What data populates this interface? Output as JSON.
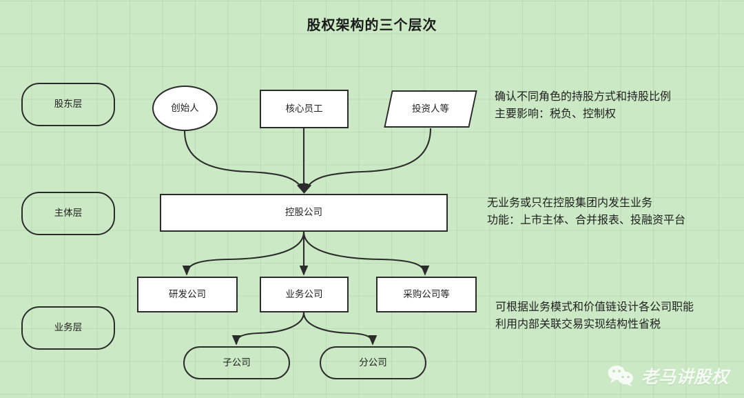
{
  "title": "股权架构的三个层次",
  "background_color": "#cbe9c4",
  "stroke_color": "#2b2b2b",
  "node_fill": "#ffffff",
  "layers": [
    {
      "id": "layer-shareholder",
      "label": "股东层"
    },
    {
      "id": "layer-entity",
      "label": "主体层"
    },
    {
      "id": "layer-business",
      "label": "业务层"
    }
  ],
  "nodes": {
    "founder": "创始人",
    "core_employee": "核心员工",
    "investor": "投资人等",
    "holding_company": "控股公司",
    "rd_company": "研发公司",
    "business_company": "业务公司",
    "purchasing_company": "采购公司等",
    "subsidiary": "子公司",
    "branch": "分公司"
  },
  "notes": {
    "shareholder": [
      "确认不同角色的持股方式和持股比例",
      "主要影响：税负、控制权"
    ],
    "entity": [
      "无业务或只在控股集团内发生业务",
      "功能：上市主体、合并报表、投融资平台"
    ],
    "business": [
      "可根据业务模式和价值链设计各公司职能",
      "利用内部关联交易实现结构性省税"
    ]
  },
  "watermark": {
    "text": "老马讲股权",
    "icon": "wechat-icon"
  }
}
